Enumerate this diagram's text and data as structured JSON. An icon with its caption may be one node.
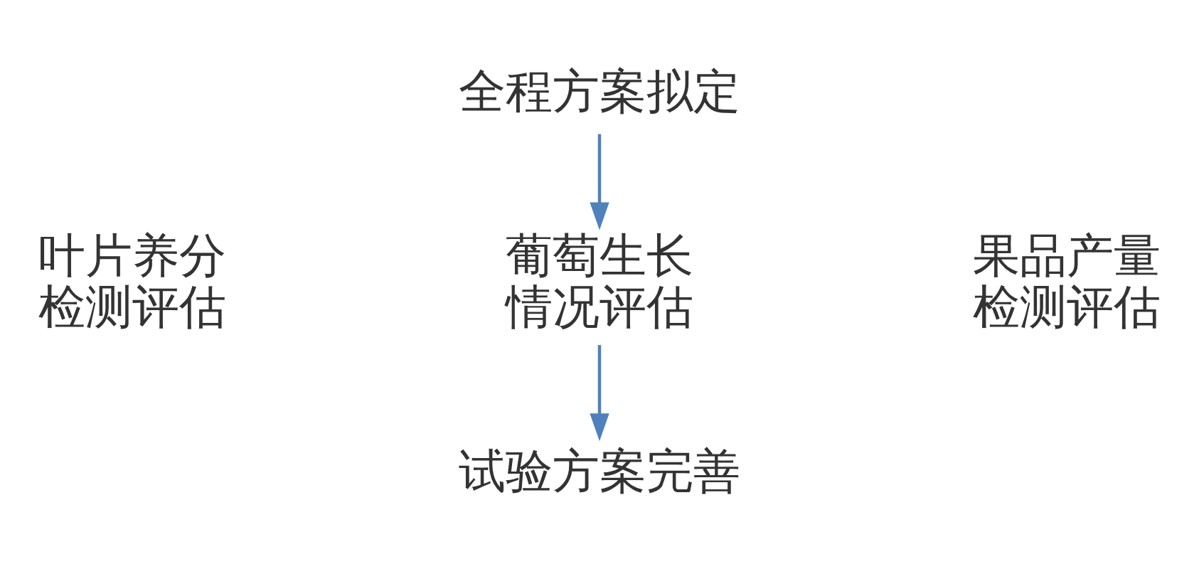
{
  "diagram": {
    "nodes": [
      {
        "text": [
          "全程方案拟定"
        ]
      },
      {
        "text": [
          "叶片养分检测评估"
        ]
      },
      {
        "text": [
          "葡萄生长情况评估"
        ]
      },
      {
        "text": [
          "果品产量检测评估"
        ]
      },
      {
        "text": [
          "试验方案完善"
        ]
      }
    ],
    "edges": [
      {
        "from": 0,
        "to": 2,
        "arrow": "to"
      },
      {
        "from": 2,
        "to": 4,
        "arrow": "to"
      }
    ]
  }
}
